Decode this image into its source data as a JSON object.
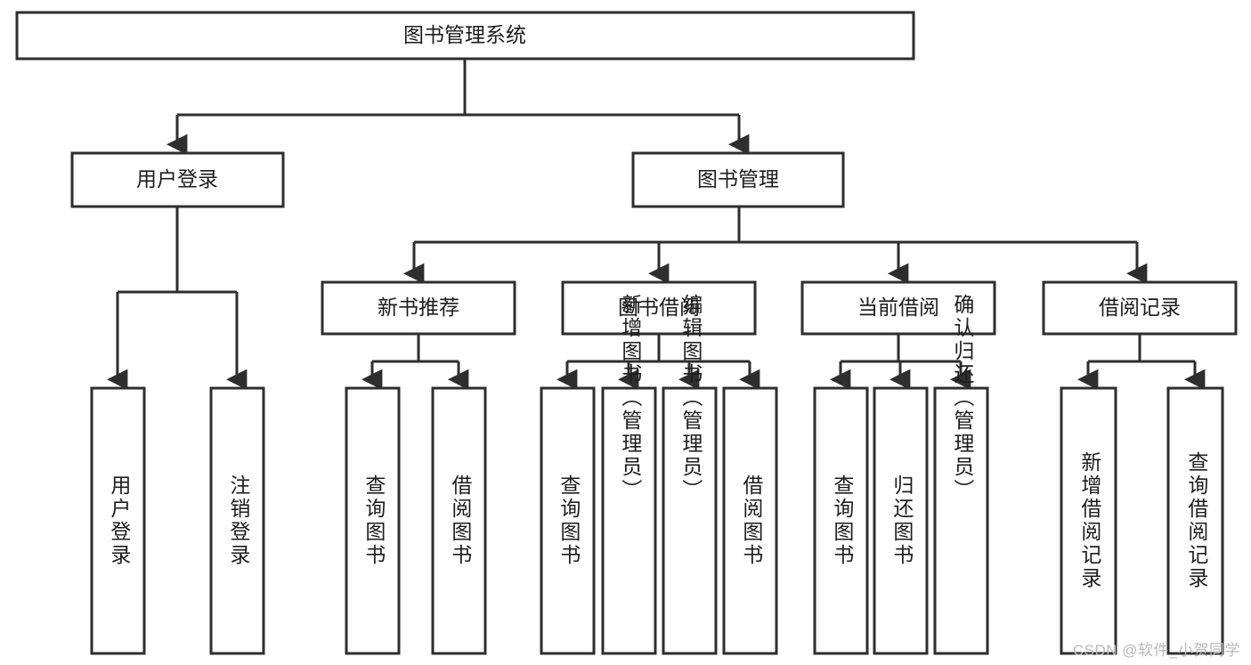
{
  "diagram": {
    "title": "图书管理系统",
    "type": "tree",
    "watermark": "CSDN @软件_小贺同学",
    "colors": {
      "stroke": "#2e2e2e",
      "fill": "#ffffff",
      "text": "#1d1d1d",
      "background": "#ffffff",
      "watermark": "#b9b9b9"
    },
    "nodes": {
      "root": {
        "label": "图书管理系统"
      },
      "level2": [
        {
          "label": "用户登录"
        },
        {
          "label": "图书管理"
        }
      ],
      "level3": [
        {
          "label": "新书推荐"
        },
        {
          "label": "图书借阅"
        },
        {
          "label": "当前借阅"
        },
        {
          "label": "借阅记录"
        }
      ],
      "leaves": {
        "user_login": [
          {
            "label": "用户登录"
          },
          {
            "label": "注销登录"
          }
        ],
        "new_book_recommend": [
          {
            "label": "查询图书"
          },
          {
            "label": "借阅图书"
          }
        ],
        "book_borrow": [
          {
            "label": "查询图书"
          },
          {
            "label": "新增图书（管理员）"
          },
          {
            "label": "编辑图书（管理员）"
          },
          {
            "label": "借阅图书"
          }
        ],
        "current_borrow": [
          {
            "label": "查询图书"
          },
          {
            "label": "归还图书"
          },
          {
            "label": "确认归还（管理员）"
          }
        ],
        "borrow_record": [
          {
            "label": "新增借阅记录"
          },
          {
            "label": "查询借阅记录"
          }
        ]
      }
    }
  }
}
